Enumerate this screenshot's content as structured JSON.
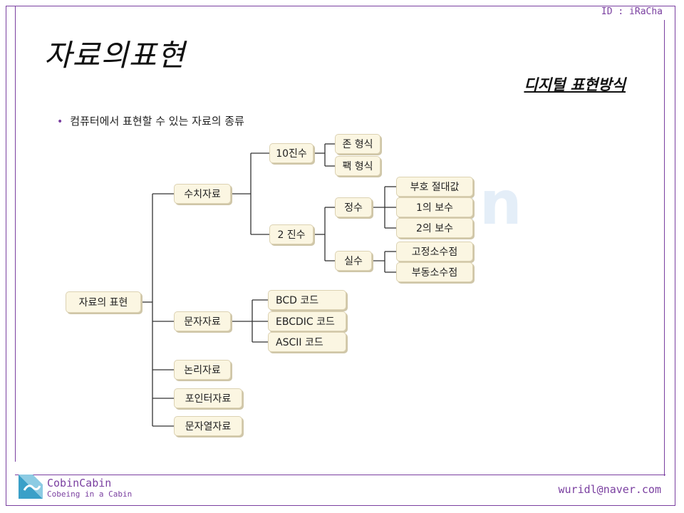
{
  "header": {
    "author_id": "ID : iRaCha"
  },
  "slide": {
    "title": "자료의표현",
    "subtitle": "디지털 표현방식",
    "bullet": "컴퓨터에서 표현할 수 있는 자료의 종류"
  },
  "watermark": {
    "text": "bin"
  },
  "diagram": {
    "root": "자료의 표현",
    "numeric": "수치자료",
    "decimal": "10진수",
    "zoned": "존 형식",
    "packed": "팩 형식",
    "binary": "2 진수",
    "integer": "정수",
    "sign_magnitude": "부호 절대값",
    "ones_complement": "1의 보수",
    "twos_complement": "2의 보수",
    "real": "실수",
    "fixed_point": "고정소수점",
    "floating_point": "부동소수점",
    "character": "문자자료",
    "bcd": "BCD 코드",
    "ebcdic": "EBCDIC 코드",
    "ascii": "ASCII 코드",
    "logical": "논리자료",
    "pointer": "포인터자료",
    "string": "문자열자료"
  },
  "footer": {
    "logo_name": "CobinCabin",
    "logo_tagline": "Cobeing in a Cabin",
    "email": "wuridl@naver.com"
  },
  "colors": {
    "frame": "#7a3fa0",
    "box_fill": "#fbf6e2",
    "box_border": "#dcd2b2",
    "logo": "#3aa0c8"
  }
}
